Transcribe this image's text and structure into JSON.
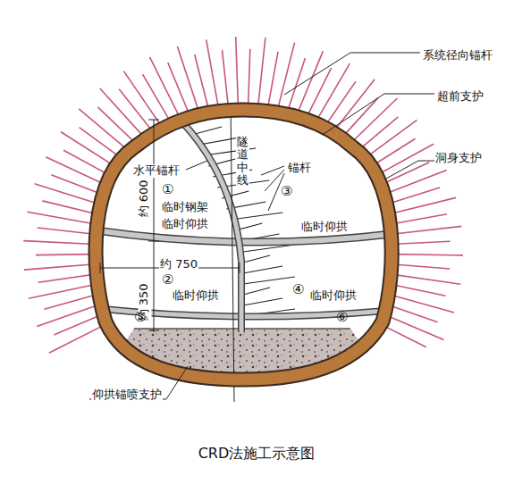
{
  "diagram": {
    "caption": "CRD法施工示意图",
    "labels": [
      "系统径向锚杆",
      "超前支护",
      "洞身支护",
      "水平锚杆",
      "隧道中线",
      "锚杆",
      "①",
      "③",
      "临时钢架",
      "临时仰拱",
      "临时仰拱",
      "约 600",
      "约 750",
      "②",
      "约 350",
      "临时仰拱",
      "④",
      "临时仰拱",
      "⑤",
      "⑥",
      "仰拱锚喷支护"
    ]
  }
}
